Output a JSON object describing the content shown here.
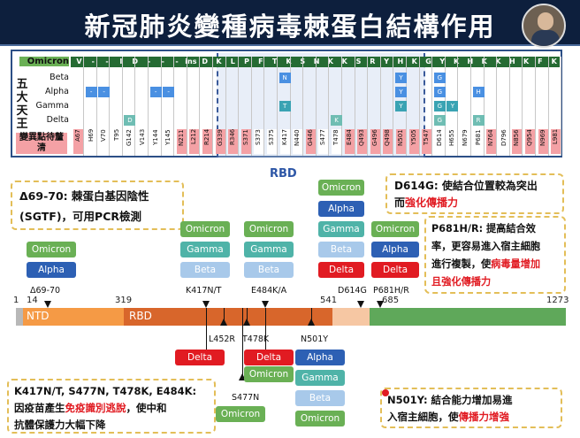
{
  "title": "新冠肺炎變種病毒棘蛋白結構作用",
  "table": {
    "side_label": "五大天王",
    "row_labels": [
      "Omicron",
      "Beta",
      "Alpha",
      "Gamma",
      "Delta"
    ],
    "note_label": "變異點待釐清",
    "rbd_label": "RBD",
    "omicron_header": [
      "V",
      "-",
      "-",
      "I",
      "D",
      "-",
      "-",
      "-",
      "ins EPE",
      "D",
      "K",
      "L",
      "P",
      "F",
      "T",
      "K",
      "S",
      "N",
      "K",
      "K",
      "S",
      "R",
      "Y",
      "H",
      "K",
      "G",
      "Y",
      "K",
      "H",
      "K",
      "K",
      "H",
      "K",
      "F",
      "K"
    ],
    "positions": [
      "A67",
      "H69",
      "V70",
      "T95",
      "G142",
      "V143",
      "Y144",
      "Y145",
      "N211",
      "L212",
      "R214",
      "G339",
      "R346",
      "S371",
      "S373",
      "S375",
      "K417",
      "N440",
      "G446",
      "S477",
      "T478",
      "E484",
      "Q493",
      "G496",
      "Q498",
      "N501",
      "Y505",
      "T547",
      "D614",
      "H655",
      "N679",
      "P681",
      "N764",
      "D796",
      "N856",
      "Q954",
      "N969",
      "L981"
    ],
    "beta_cells": [
      {
        "col": 16,
        "text": "N"
      },
      {
        "col": 25,
        "text": "Y"
      },
      {
        "col": 28,
        "text": "G"
      }
    ],
    "alpha_cells": [
      {
        "col": 1,
        "text": "-"
      },
      {
        "col": 2,
        "text": "-"
      },
      {
        "col": 6,
        "text": "-"
      },
      {
        "col": 7,
        "text": "-"
      },
      {
        "col": 25,
        "text": "Y"
      },
      {
        "col": 28,
        "text": "G"
      },
      {
        "col": 31,
        "text": "H"
      }
    ],
    "gamma_cells": [
      {
        "col": 16,
        "text": "T"
      },
      {
        "col": 25,
        "text": "Y"
      },
      {
        "col": 28,
        "text": "G"
      },
      {
        "col": 29,
        "text": "Y"
      }
    ],
    "delta_cells": [
      {
        "col": 4,
        "text": "D"
      },
      {
        "col": 20,
        "text": "K"
      },
      {
        "col": 28,
        "text": "G"
      },
      {
        "col": 31,
        "text": "R"
      }
    ],
    "colors": {
      "omicron_header": "#256b33",
      "alpha": "#4a90e2",
      "beta_gamma": "#3aa3b3",
      "delta": "#6fbdb3",
      "note": "#f4a1a5"
    }
  },
  "callouts": {
    "d69": {
      "line1": "Δ69-70: 棘蛋白基因陰性",
      "line2": "(SGTF)，可用PCR檢測"
    },
    "d614": {
      "line1": "D614G: 使結合位置較為突出",
      "line2_pre": "而",
      "line2_red": "強化傳播力"
    },
    "p681": {
      "line1": "P681H/R: 提高結合效",
      "line2": "率，更容易進入宿主細胞",
      "line3_pre": "進行複製，使",
      "line3_red": "病毒量增加",
      "line4_red": "且強化傳播力"
    },
    "k417": {
      "line1": "K417N/T, S477N, T478K, E484K:",
      "line2_pre": "因疫苗產生",
      "line2_red": "免疫識別逃脫",
      "line2_post": "，使中和",
      "line3": "抗體保護力大幅下降"
    },
    "n501": {
      "line1": "N501Y: 結合能力增加易進",
      "line2_pre": "入宿主細胞，使",
      "line2_red": "傳播力增強"
    }
  },
  "variants": {
    "omicron": "Omicron",
    "alpha": "Alpha",
    "gamma": "Gamma",
    "beta": "Beta",
    "delta": "Delta"
  },
  "axis": {
    "ticks": [
      "1",
      "14",
      "319",
      "541",
      "685",
      "1273"
    ],
    "regions": {
      "ntd": "NTD",
      "rbd": "RBD"
    },
    "mutations_top": {
      "d69": "Δ69-70",
      "k417": "K417N/T",
      "e484": "E484K/A",
      "d614": "D614G",
      "p681": "P681H/R"
    },
    "mutations_bottom": {
      "l452": "L452R",
      "t478": "T478K",
      "n501": "N501Y",
      "s477": "S477N"
    }
  }
}
